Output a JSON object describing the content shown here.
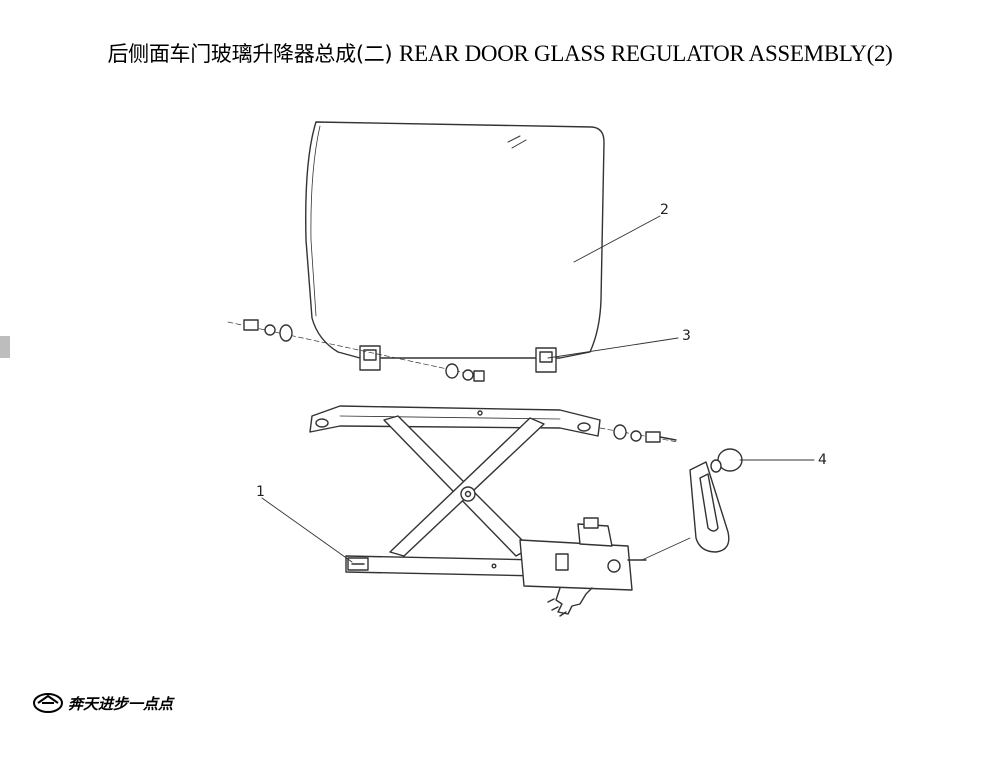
{
  "document": {
    "title_cn": "后侧面车门玻璃升降器总成(二)",
    "title_en": "REAR DOOR GLASS REGULATOR ASSEMBLY(2)"
  },
  "diagram": {
    "callouts": [
      {
        "id": "1",
        "label": "1"
      },
      {
        "id": "2",
        "label": "2"
      },
      {
        "id": "3",
        "label": "3"
      },
      {
        "id": "4",
        "label": "4"
      }
    ]
  },
  "footer": {
    "logo_icon": "manufacturer-logo-icon",
    "brand_text": "奔天进步一点点"
  },
  "colors": {
    "line": "#333333",
    "background": "#ffffff",
    "side_tab": "#bdbdbd"
  }
}
